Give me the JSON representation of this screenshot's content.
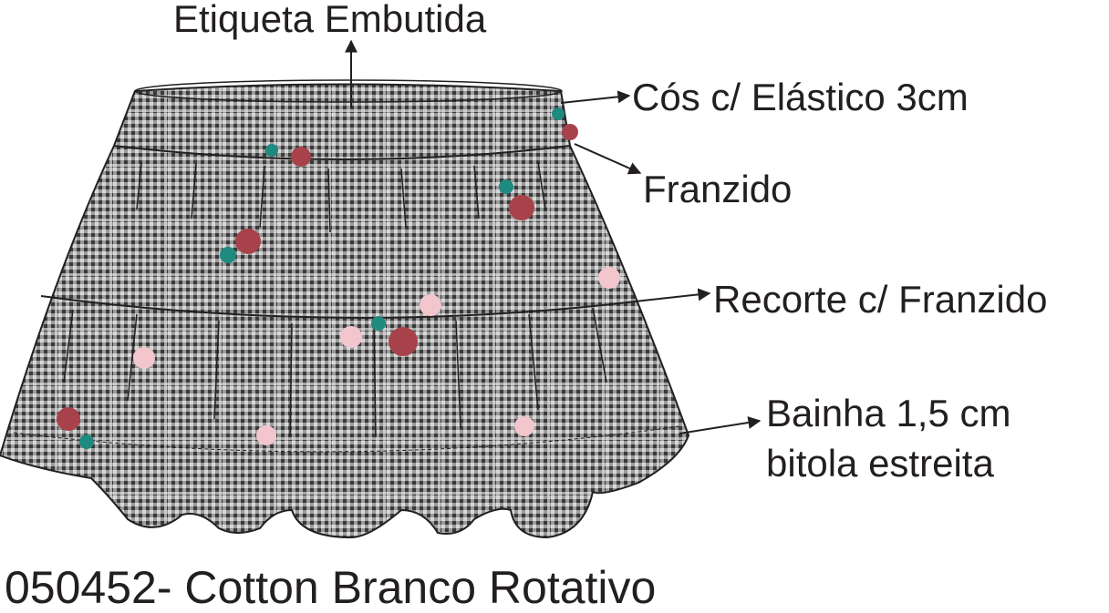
{
  "labels": {
    "label_tag": "Etiqueta Embutida",
    "label_waistband": "Cós c/ Elástico 3cm",
    "label_gathered": "Franzido",
    "label_cut": "Recorte c/ Franzido",
    "label_hem_line1": "Bainha 1,5 cm",
    "label_hem_line2": "bitola estreita"
  },
  "caption": "050452- Cotton Branco Rotativo",
  "colors": {
    "outline": "#231f20",
    "fabric_base": "#8a8a8a",
    "rose": "#a8424a",
    "leaf": "#1f8a80",
    "pink_flower": "#f2c6cc"
  }
}
